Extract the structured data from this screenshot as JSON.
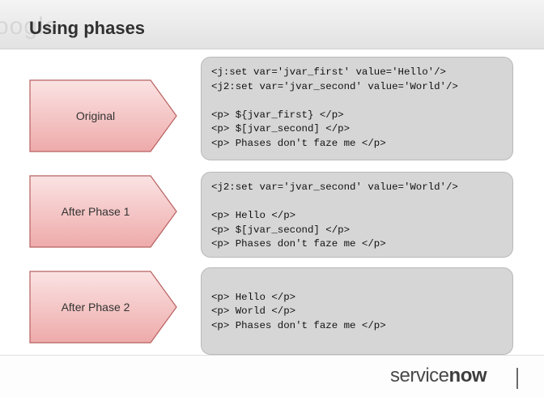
{
  "slide": {
    "watermark": "oogle",
    "title": "Using phases"
  },
  "phases": [
    {
      "label": "Original",
      "code": [
        "<j:set var='jvar_first' value='Hello'/>",
        "<j2:set var='jvar_second' value='World'/>",
        "",
        "<p> ${jvar_first} </p>",
        "<p> $[jvar_second] </p>",
        "<p> Phases don't faze me </p>"
      ]
    },
    {
      "label": "After Phase 1",
      "code": [
        "<j2:set var='jvar_second' value='World'/>",
        "",
        "<p> Hello </p>",
        "<p> $[jvar_second] </p>",
        "<p> Phases don't faze me </p>"
      ]
    },
    {
      "label": "After Phase 2",
      "code": [
        "",
        "<p> Hello </p>",
        "<p> World </p>",
        "<p> Phases don't faze me </p>"
      ]
    }
  ],
  "brand": {
    "name_part1": "service",
    "name_part2": "now"
  },
  "colors": {
    "arrow_fill_top": "#fbe0e0",
    "arrow_fill_bottom": "#f0aeae",
    "arrow_stroke": "#b86060",
    "code_bg": "#d6d6d6"
  }
}
